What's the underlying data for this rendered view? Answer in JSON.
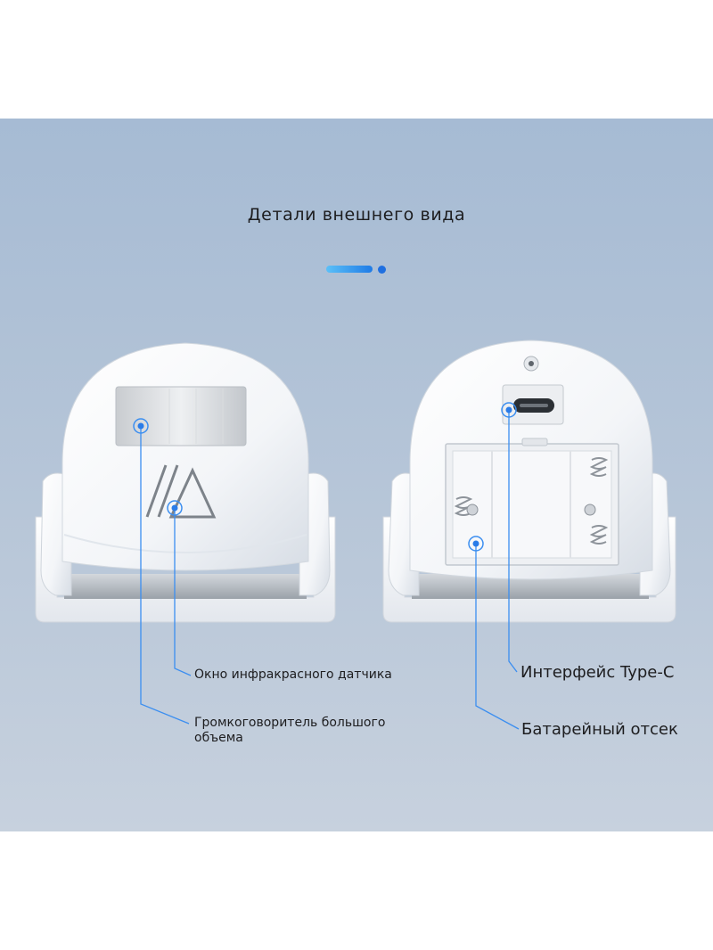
{
  "header": {
    "title": "Детали внешнего вида"
  },
  "callouts": {
    "ir_window": "Окно инфракрасного датчика",
    "speaker": "Громкоговоритель большого объема",
    "type_c": "Интерфейс Type-C",
    "battery": "Батарейный отсек"
  },
  "colors": {
    "accent": "#1f7be6",
    "accent_light": "#5bc0f8",
    "background": "#b7c6d8"
  }
}
